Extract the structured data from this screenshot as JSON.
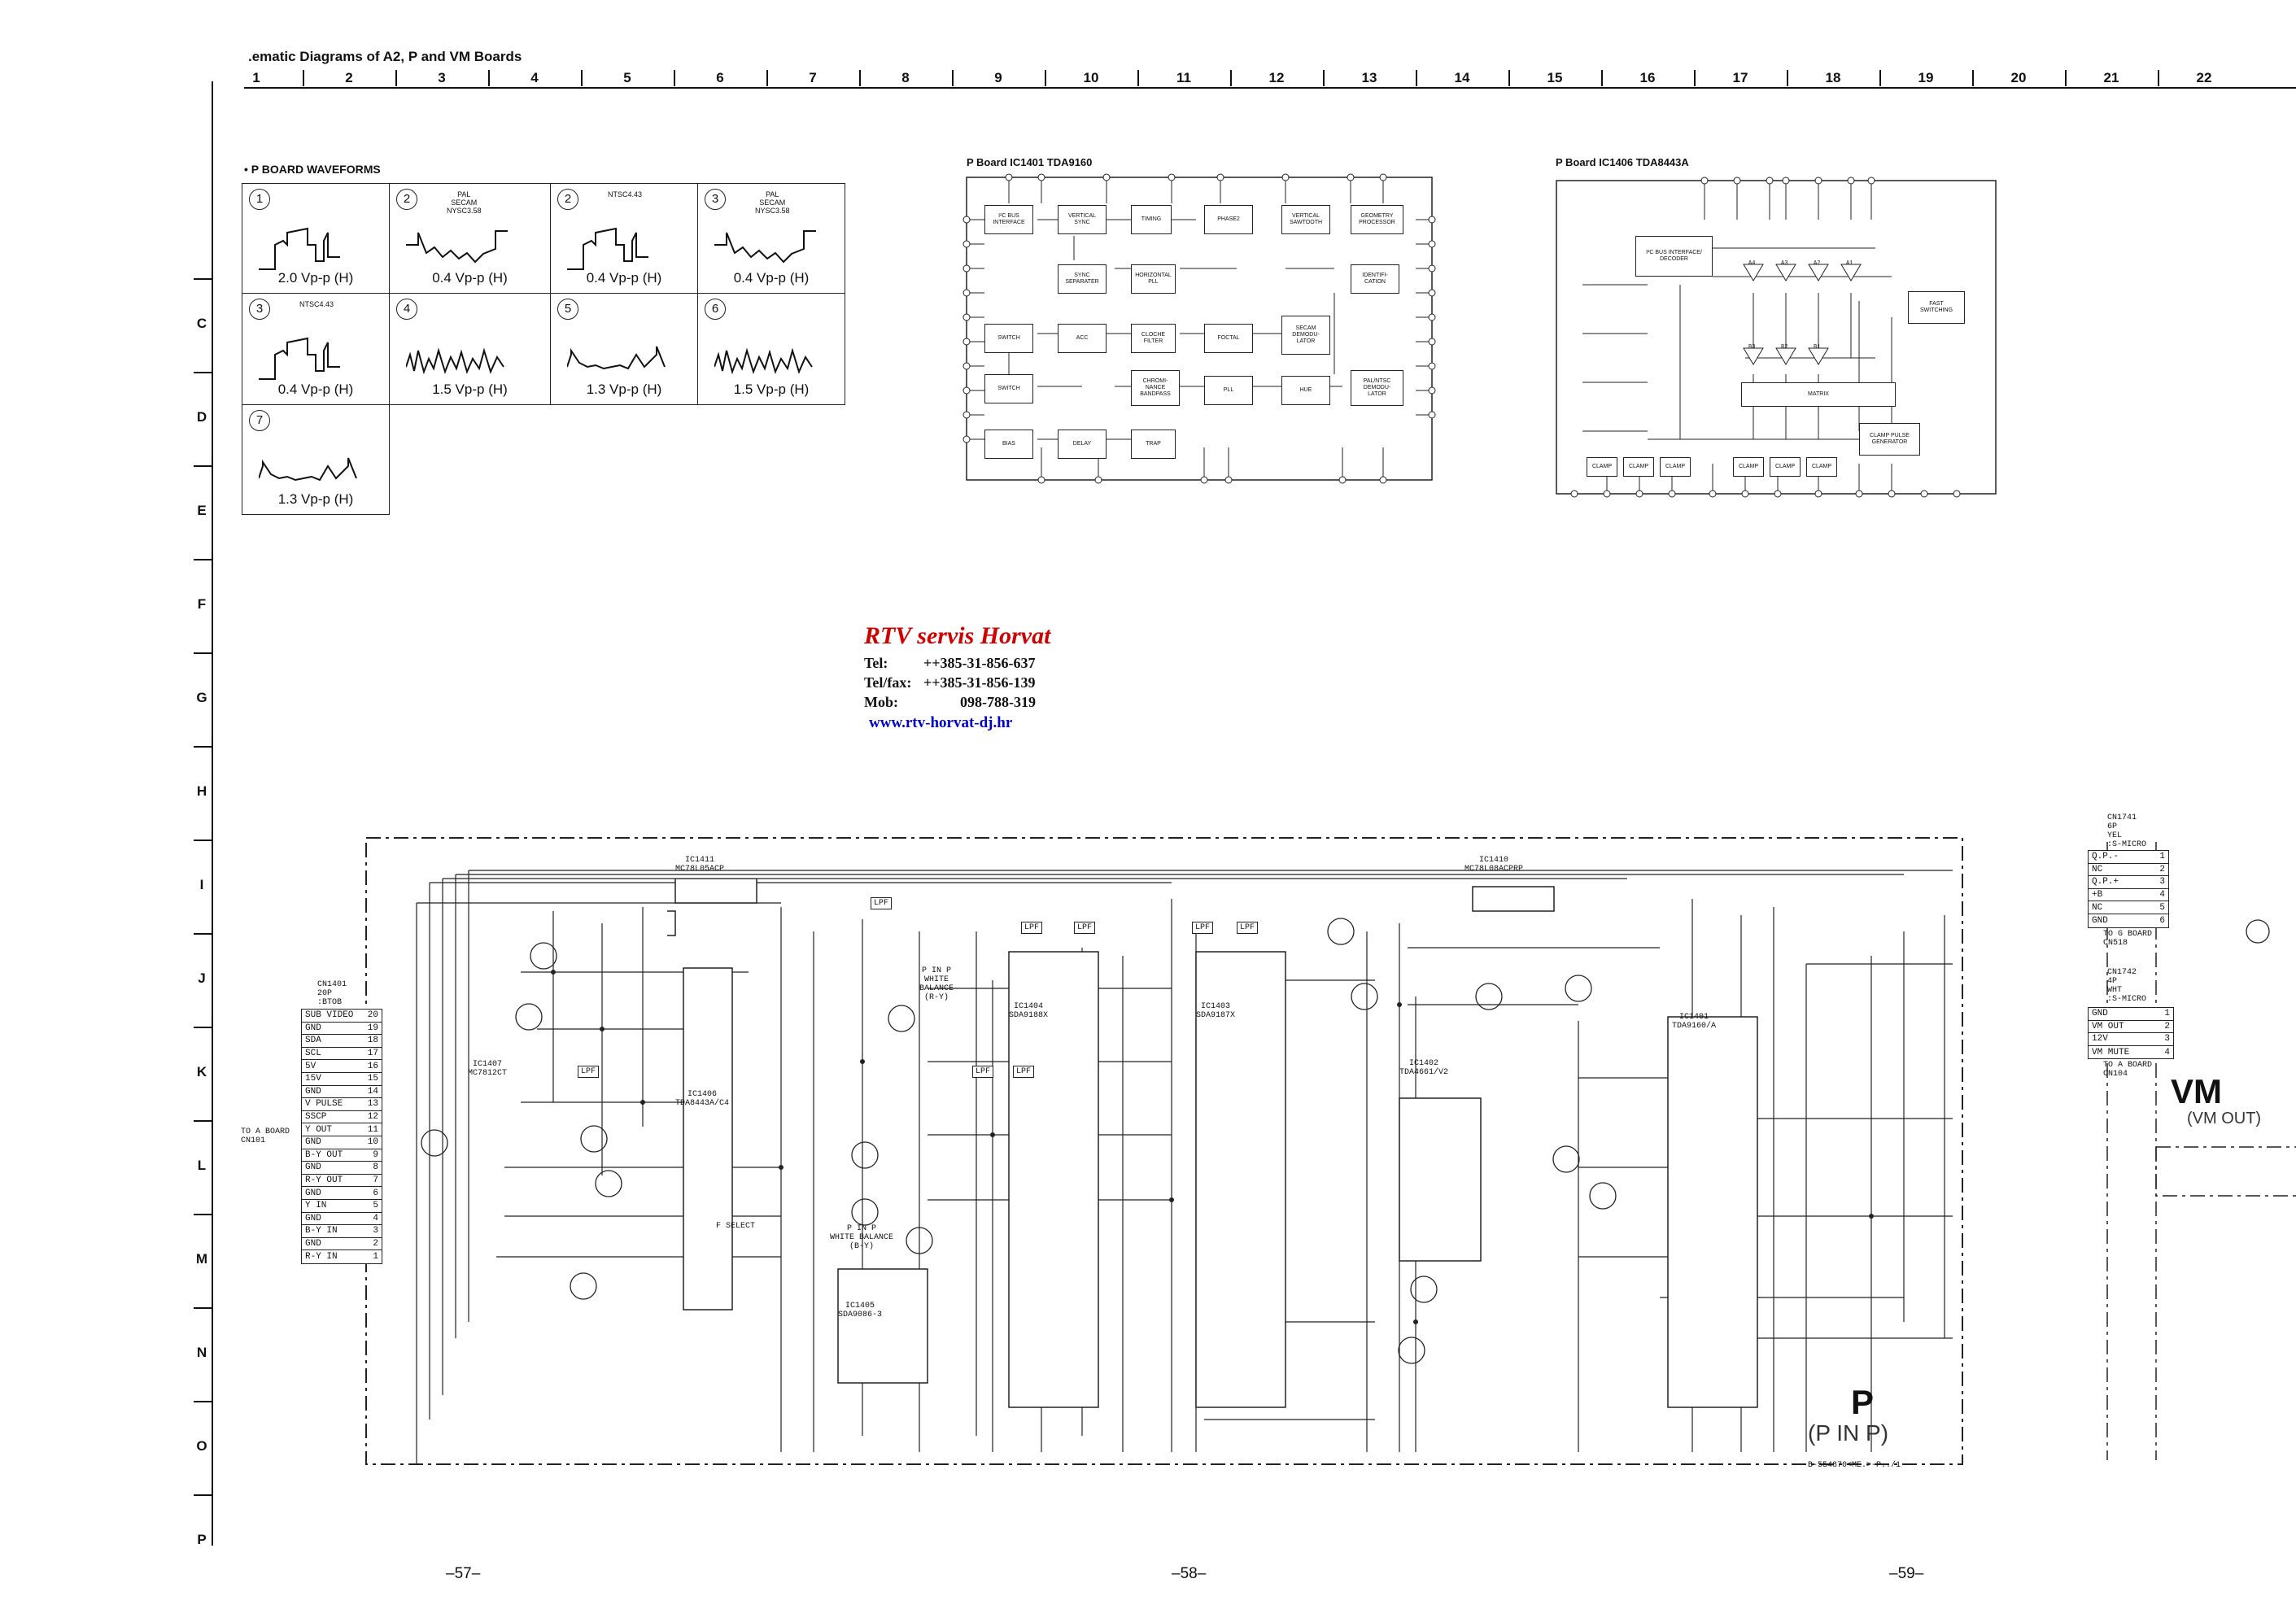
{
  "header": {
    "title": ".ematic Diagrams of A2, P and VM Boards",
    "columns": [
      "1",
      "2",
      "3",
      "4",
      "5",
      "6",
      "7",
      "8",
      "9",
      "10",
      "11",
      "12",
      "13",
      "14",
      "15",
      "16",
      "17",
      "18",
      "19",
      "20",
      "21",
      "22"
    ],
    "rows": [
      "C",
      "D",
      "E",
      "F",
      "G",
      "H",
      "I",
      "J",
      "K",
      "L",
      "M",
      "N",
      "O",
      "P"
    ]
  },
  "waveforms": {
    "title": "P BOARD WAVEFORMS",
    "cells": [
      {
        "num": "1",
        "std": "",
        "amp": "2.0 Vp-p (H)"
      },
      {
        "num": "2",
        "std": "PAL\nSECAM\nNYSC3.58",
        "amp": "0.4 Vp-p (H)"
      },
      {
        "num": "2",
        "std": "NTSC4.43",
        "amp": "0.4 Vp-p (H)"
      },
      {
        "num": "3",
        "std": "PAL\nSECAM\nNYSC3.58",
        "amp": "0.4 Vp-p (H)"
      },
      {
        "num": "3",
        "std": "NTSC4.43",
        "amp": "0.4 Vp-p (H)"
      },
      {
        "num": "4",
        "std": "",
        "amp": "1.5 Vp-p (H)"
      },
      {
        "num": "5",
        "std": "",
        "amp": "1.3 Vp-p (H)"
      },
      {
        "num": "6",
        "std": "",
        "amp": "1.5 Vp-p (H)"
      },
      {
        "num": "7",
        "std": "",
        "amp": "1.3 Vp-p (H)"
      }
    ]
  },
  "ic1401": {
    "title": "P Board   IC1401  TDA9160",
    "blocks": [
      "I²C BUS\nINTERFACE",
      "VERTICAL\nSYNC",
      "TIMING",
      "PHASE2",
      "VERTICAL\nSAWTOOTH",
      "GEOMETRY\nPROCESSOR",
      "SYNC\nSEPARATER",
      "HORIZONTAL\nPLL",
      "IDENTIFI-\nCATION",
      "SWITCH",
      "ACC",
      "CLOCHE\nFILTER",
      "FOCTAL",
      "SECAM\nDEMODU-\nLATOR",
      "SWITCH",
      "CHROMI-\nNANCE\nBANDPASS",
      "PLL",
      "HUE",
      "PAL/NTSC\nDEMODU-\nLATOR",
      "BIAS",
      "DELAY",
      "TRAP"
    ]
  },
  "ic1406": {
    "title": "P Board   IC1406  TDA8443A",
    "blocks": [
      "I²C BUS INTERFACE/\nDECODER",
      "FAST\nSWITCHING",
      "MATRIX",
      "CLAMP PULSE\nGENERATOR",
      "CLAMP",
      "CLAMP",
      "CLAMP",
      "CLAMP",
      "CLAMP",
      "CLAMP"
    ],
    "amps": [
      "A4",
      "A3",
      "A2",
      "A1",
      "B3",
      "B2",
      "B1"
    ]
  },
  "watermark": {
    "name": "RTV servis Horvat",
    "tel_label": "Tel:",
    "tel": "++385-31-856-637",
    "fax_label": "Tel/fax:",
    "fax": "++385-31-856-139",
    "mob_label": "Mob:",
    "mob": "098-788-319",
    "url": "www.rtv-horvat-dj.hr"
  },
  "cn1401": {
    "title": "CN1401\n20P\n:BTOB",
    "to": "TO A BOARD\nCN101",
    "pins": [
      {
        "name": "SUB VIDEO",
        "num": "20"
      },
      {
        "name": "GND",
        "num": "19"
      },
      {
        "name": "SDA",
        "num": "18"
      },
      {
        "name": "SCL",
        "num": "17"
      },
      {
        "name": "5V",
        "num": "16"
      },
      {
        "name": "15V",
        "num": "15"
      },
      {
        "name": "GND",
        "num": "14"
      },
      {
        "name": "V PULSE",
        "num": "13"
      },
      {
        "name": "SSCP",
        "num": "12"
      },
      {
        "name": "Y OUT",
        "num": "11"
      },
      {
        "name": "GND",
        "num": "10"
      },
      {
        "name": "B-Y OUT",
        "num": "9"
      },
      {
        "name": "GND",
        "num": "8"
      },
      {
        "name": "R-Y OUT",
        "num": "7"
      },
      {
        "name": "GND",
        "num": "6"
      },
      {
        "name": "Y IN",
        "num": "5"
      },
      {
        "name": "GND",
        "num": "4"
      },
      {
        "name": "B-Y IN",
        "num": "3"
      },
      {
        "name": "GND",
        "num": "2"
      },
      {
        "name": "R-Y IN",
        "num": "1"
      }
    ]
  },
  "cn1741": {
    "title": "CN1741\n6P\nYEL\n:S-MICRO",
    "to": "TO G BOARD\nCN518",
    "pins": [
      {
        "name": "Q.P.-",
        "num": "1"
      },
      {
        "name": "NC",
        "num": "2"
      },
      {
        "name": "Q.P.+",
        "num": "3"
      },
      {
        "name": "+B",
        "num": "4"
      },
      {
        "name": "NC",
        "num": "5"
      },
      {
        "name": "GND",
        "num": "6"
      }
    ]
  },
  "cn1742": {
    "title": "CN1742\n4P\nWHT\n:S-MICRO",
    "to": "TO A BOARD\nCN104",
    "pins": [
      {
        "name": "GND",
        "num": "1"
      },
      {
        "name": "VM OUT",
        "num": "2"
      },
      {
        "name": "12V",
        "num": "3"
      },
      {
        "name": "VM MUTE",
        "num": "4"
      }
    ]
  },
  "schematic": {
    "ic_labels": [
      {
        "ref": "IC1411",
        "part": "MC78L05ACP"
      },
      {
        "ref": "IC1410",
        "part": "MC78L08ACPRP"
      },
      {
        "ref": "IC1407",
        "part": "MC7812CT"
      },
      {
        "ref": "IC1406",
        "part": "TDA8443A/C4"
      },
      {
        "ref": "IC1404",
        "part": "SDA9188X"
      },
      {
        "ref": "IC1403",
        "part": "SDA9187X"
      },
      {
        "ref": "IC1405",
        "part": "SDA9086-3"
      },
      {
        "ref": "IC1402",
        "part": "TDA4661/V2"
      },
      {
        "ref": "IC1401",
        "part": "TDA9160/A"
      }
    ],
    "labels": [
      "P IN P\nWHITE\nBALANCE\n(R-Y)",
      "P IN P\nWHITE BALANCE\n(B-Y)",
      "F SELECT",
      "LPF",
      "LPF",
      "LPF",
      "LPF",
      "LPF",
      "LPF",
      "LPF",
      "LPF"
    ],
    "p_label": "P",
    "p_sub": "(P IN P)",
    "vm_label": "VM",
    "vm_sub": "(VM OUT)",
    "code": "B-554870<ME.>-P../1"
  },
  "page_numbers": [
    "–57–",
    "–58–",
    "–59–"
  ]
}
